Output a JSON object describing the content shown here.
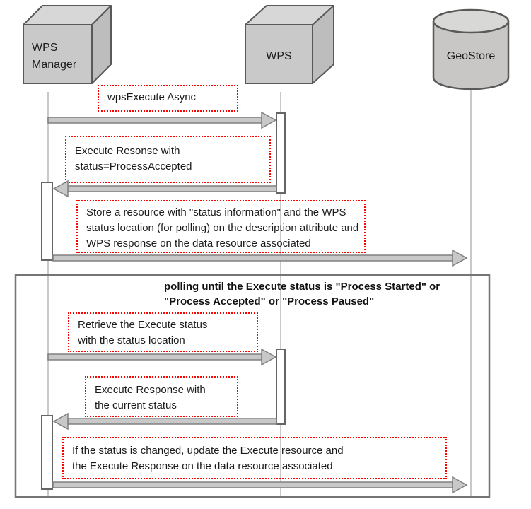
{
  "colors": {
    "node_front_fill": "#c9c9c9",
    "node_top_fill": "#d7d7d7",
    "node_side_fill": "#bdbdbd",
    "node_stroke": "#595959",
    "cylinder_body_fill": "#c9c7c5",
    "cylinder_top_fill": "#d8d8d6",
    "arrow_fill": "#c8c8c8",
    "arrow_stroke": "#808080",
    "lifeline": "#c9c9c9",
    "activation_fill": "#ffffff",
    "activation_stroke": "#666666",
    "frame_stroke": "#757575",
    "note_border": "#ff0000",
    "text": "#1b1b1b"
  },
  "actors": [
    {
      "shape": "cube",
      "label_lines": [
        "WPS",
        "Manager"
      ]
    },
    {
      "shape": "cube",
      "label": "WPS"
    },
    {
      "shape": "cylinder",
      "label": "GeoStore"
    }
  ],
  "messages": [
    {
      "from": "WPS Manager",
      "to": "WPS",
      "lines": [
        "wpsExecute Async"
      ]
    },
    {
      "from": "WPS",
      "to": "WPS Manager",
      "lines": [
        "Execute Resonse with",
        "status=ProcessAccepted"
      ]
    },
    {
      "from": "WPS Manager",
      "to": "GeoStore",
      "lines": [
        "Store a resource with \"status information\" and the WPS",
        "status location (for polling) on the description attribute and",
        "WPS response on the data resource associated"
      ]
    },
    {
      "from": "WPS Manager",
      "to": "WPS",
      "lines": [
        "Retrieve the Execute status",
        "with the status location"
      ]
    },
    {
      "from": "WPS",
      "to": "WPS Manager",
      "lines": [
        "Execute Response with",
        "the current status"
      ]
    },
    {
      "from": "WPS Manager",
      "to": "GeoStore",
      "lines": [
        "If the status is changed, update the Execute resource and",
        "the Execute Response on the data resource associated"
      ]
    }
  ],
  "frame": {
    "label_lines": [
      "polling until the Execute status is \"Process Started\" or",
      "\"Process Accepted\" or \"Process Paused\""
    ]
  }
}
